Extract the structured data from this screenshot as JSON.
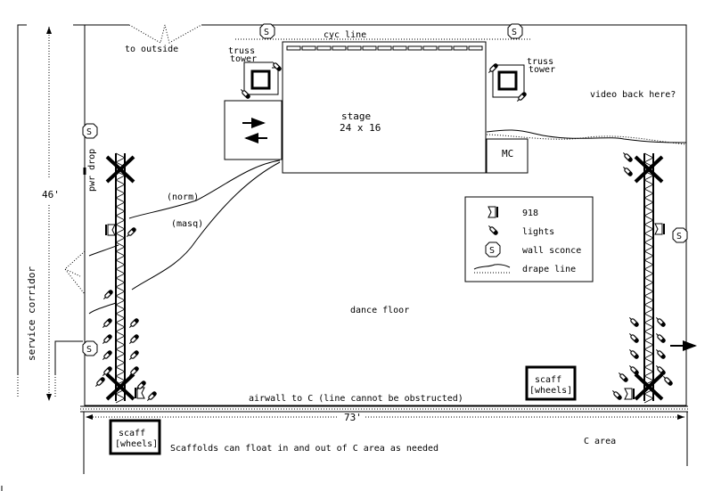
{
  "plan": {
    "labels": {
      "to_outside": "to outside",
      "cyc_line": "cyc line",
      "truss_tower_left": [
        "truss",
        "tower"
      ],
      "truss_tower_right": [
        "truss",
        "tower"
      ],
      "stage": [
        "stage",
        "24 x 16"
      ],
      "mc": "MC",
      "video": "video back here?",
      "pwr_drop": "pwr drop",
      "norm": "(norm)",
      "masq": "(masq)",
      "dimension_height": "46'",
      "service_corridor": "service corridor",
      "dance_floor": "dance floor",
      "airwall": "airwall to C  (line cannot be obstructed)",
      "dimension_width": "73'",
      "scaff_right": [
        "scaff",
        "[wheels]"
      ],
      "scaff_left": [
        "scaff",
        "[wheels]"
      ],
      "scaffolds_note": "Scaffolds can float in and out of C area as needed",
      "c_area": "C area"
    },
    "legend": [
      {
        "icon": "speaker-918-icon",
        "label": "918"
      },
      {
        "icon": "light-icon",
        "label": "lights"
      },
      {
        "icon": "wall-sconce-icon",
        "label": "wall sconce"
      },
      {
        "icon": "drape-line-icon",
        "label": "drape line"
      }
    ],
    "sconce_symbol": "S"
  }
}
